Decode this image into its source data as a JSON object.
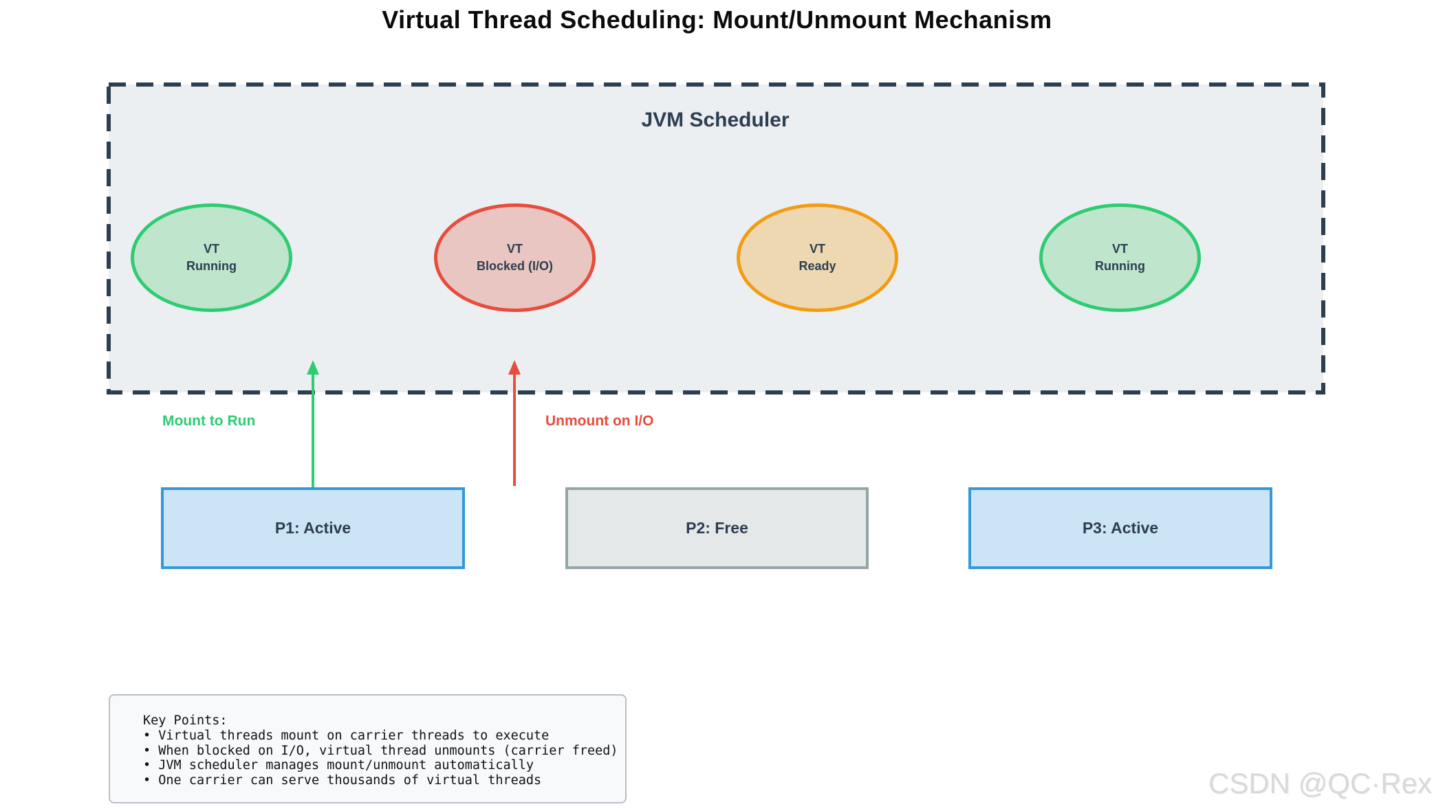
{
  "title": "Virtual Thread Scheduling: Mount/Unmount Mechanism",
  "scheduler": {
    "label": "JVM Scheduler",
    "vt_threads": [
      {
        "line1": "VT",
        "line2": "Running",
        "state": "running"
      },
      {
        "line1": "VT",
        "line2": "Blocked (I/O)",
        "state": "blocked"
      },
      {
        "line1": "VT",
        "line2": "Ready",
        "state": "ready"
      },
      {
        "line1": "VT",
        "line2": "Running",
        "state": "running"
      }
    ]
  },
  "transitions": [
    {
      "label": "Mount to Run",
      "color": "#2ecc71",
      "direction": "up"
    },
    {
      "label": "Unmount on I/O",
      "color": "#e74c3c",
      "direction": "up"
    }
  ],
  "carriers": [
    {
      "label": "P1: Active",
      "state": "active"
    },
    {
      "label": "P2: Free",
      "state": "free"
    },
    {
      "label": "P3: Active",
      "state": "active"
    }
  ],
  "key_points": {
    "heading": "Key Points:",
    "bullets": [
      "• Virtual threads mount on carrier threads to execute",
      "• When blocked on I/O, virtual thread unmounts (carrier freed)",
      "• JVM scheduler manages mount/unmount automatically",
      "• One carrier can serve thousands of virtual threads"
    ]
  },
  "watermark": "CSDN @QC·Rex",
  "colors": {
    "text_navy": "#2c3e50",
    "scheduler_bg": "#eceff1",
    "scheduler_border": "#2c3e50",
    "running_border": "#2ecc71",
    "running_fill": "#bfe5cd",
    "blocked_border": "#e74c3c",
    "blocked_fill": "#e9c6c1",
    "ready_border": "#f39c12",
    "ready_fill": "#eed8b2",
    "carrier_active_border": "#3498db",
    "carrier_active_fill": "#cce5f6",
    "carrier_free_border": "#95a5a6",
    "carrier_free_fill": "#e5e8e8",
    "mount_arrow": "#2ecc71",
    "unmount_arrow": "#e74c3c"
  }
}
